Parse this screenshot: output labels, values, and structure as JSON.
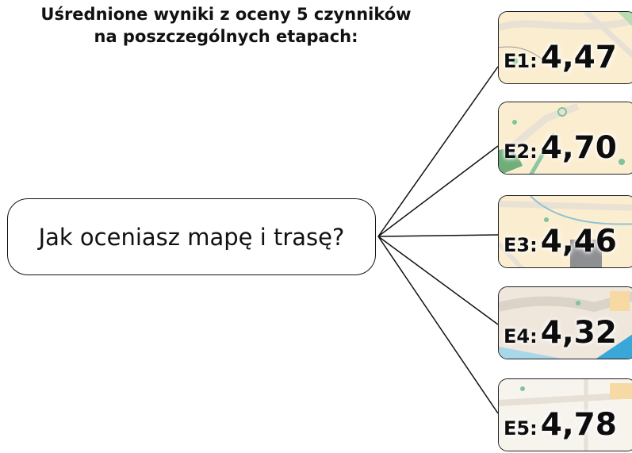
{
  "title_line1": "Uśrednione wyniki z oceny 5 czynników",
  "title_line2": "na poszczególnych etapach:",
  "question": "Jak oceniasz mapę i trasę?",
  "stages": [
    {
      "code": "E1:",
      "score": "4,47"
    },
    {
      "code": "E2:",
      "score": "4,70"
    },
    {
      "code": "E3:",
      "score": "4,46"
    },
    {
      "code": "E4:",
      "score": "4,32"
    },
    {
      "code": "E5:",
      "score": "4,78"
    }
  ]
}
